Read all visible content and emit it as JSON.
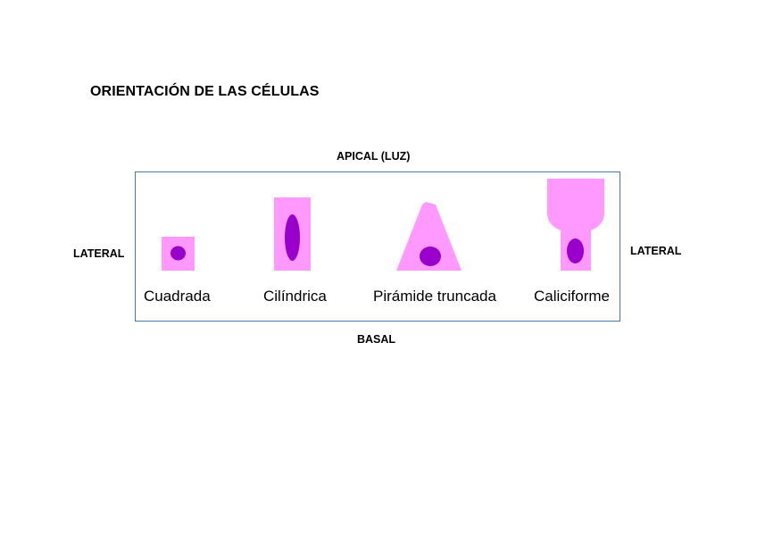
{
  "title": "ORIENTACIÓN DE LAS CÉLULAS",
  "orientation": {
    "apical": "APICAL (LUZ)",
    "basal": "BASAL",
    "lateral_left": "LATERAL",
    "lateral_right": "LATERAL"
  },
  "cells": [
    {
      "label": "Cuadrada"
    },
    {
      "label": "Cilíndrica"
    },
    {
      "label": "Pirámide truncada"
    },
    {
      "label": "Caliciforme"
    }
  ],
  "colors": {
    "cytoplasm": "#ff99ff",
    "nucleus": "#9900cc",
    "frame": "#4a76a8"
  }
}
